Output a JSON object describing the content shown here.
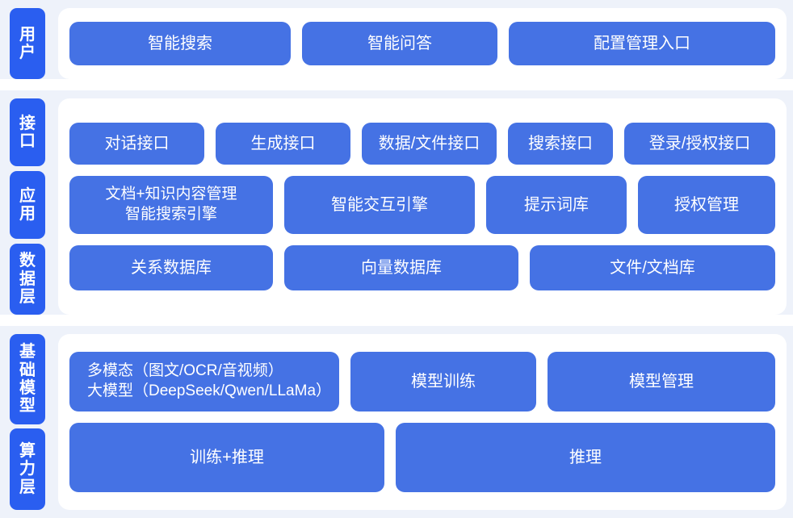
{
  "colors": {
    "background": "#eef2fa",
    "card": "#ffffff",
    "chip": "#2a5ef0",
    "box": "#4572e4",
    "text_on_blue": "#ffffff"
  },
  "sections": [
    {
      "id": "user",
      "chips": [
        {
          "chars": [
            "用",
            "户"
          ],
          "label": "用户"
        }
      ],
      "rows": [
        {
          "boxes": [
            {
              "lines": [
                "智能搜索"
              ]
            },
            {
              "lines": [
                "智能问答"
              ]
            },
            {
              "lines": [
                "配置管理入口"
              ]
            }
          ]
        }
      ]
    },
    {
      "id": "middle",
      "chips": [
        {
          "chars": [
            "接",
            "口"
          ],
          "label": "接口"
        },
        {
          "chars": [
            "应",
            "用"
          ],
          "label": "应用"
        },
        {
          "chars": [
            "数",
            "据",
            "层"
          ],
          "label": "数据层"
        }
      ],
      "rows": [
        {
          "name": "interface-row",
          "boxes": [
            {
              "lines": [
                "对话接口"
              ]
            },
            {
              "lines": [
                "生成接口"
              ]
            },
            {
              "lines": [
                "数据/文件接口"
              ]
            },
            {
              "lines": [
                "搜索接口"
              ]
            },
            {
              "lines": [
                "登录/授权接口"
              ]
            }
          ]
        },
        {
          "name": "application-row",
          "boxes": [
            {
              "lines": [
                "文档+知识内容管理",
                "智能搜索引擎"
              ]
            },
            {
              "lines": [
                "智能交互引擎"
              ]
            },
            {
              "lines": [
                "提示词库"
              ]
            },
            {
              "lines": [
                "授权管理"
              ]
            }
          ]
        },
        {
          "name": "data-row",
          "boxes": [
            {
              "lines": [
                "关系数据库"
              ]
            },
            {
              "lines": [
                "向量数据库"
              ]
            },
            {
              "lines": [
                "文件/文档库"
              ]
            }
          ]
        }
      ]
    },
    {
      "id": "base",
      "chips": [
        {
          "chars": [
            "基",
            "础",
            "模",
            "型"
          ],
          "label": "基础模型"
        },
        {
          "chars": [
            "算",
            "力",
            "层"
          ],
          "label": "算力层"
        }
      ],
      "rows": [
        {
          "name": "model-row",
          "boxes": [
            {
              "lines": [
                "多模态（图文/OCR/音视频）",
                "大模型（DeepSeek/Qwen/LLaMa）"
              ]
            },
            {
              "lines": [
                "模型训练"
              ]
            },
            {
              "lines": [
                "模型管理"
              ]
            }
          ]
        },
        {
          "name": "compute-row",
          "boxes": [
            {
              "lines": [
                "训练+推理"
              ]
            },
            {
              "lines": [
                "推理"
              ]
            }
          ]
        }
      ]
    }
  ]
}
